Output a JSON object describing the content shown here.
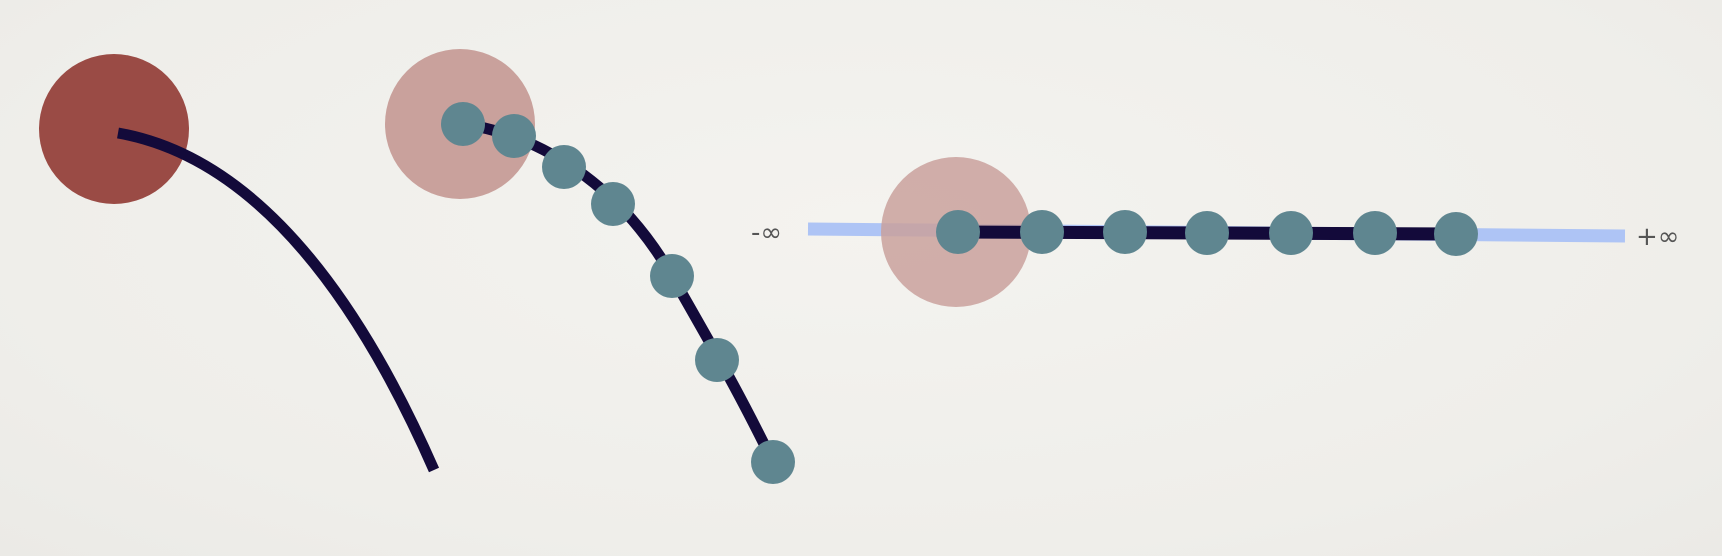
{
  "labels": {
    "neg_infinity": "-∞",
    "pos_infinity": "+∞"
  },
  "colors": {
    "background": "#f1f0ec",
    "curve": "#130a3a",
    "start_point_solid": "#9a4b45",
    "start_point_faded": "#c9a19c",
    "sample_point": "#5f8690",
    "infinite_line": "#aec4f5"
  },
  "panels": [
    {
      "id": "continuous-curve",
      "sample_count": 0
    },
    {
      "id": "sampled-curve",
      "sample_count": 7
    },
    {
      "id": "infinite-line",
      "sample_count": 7
    }
  ]
}
